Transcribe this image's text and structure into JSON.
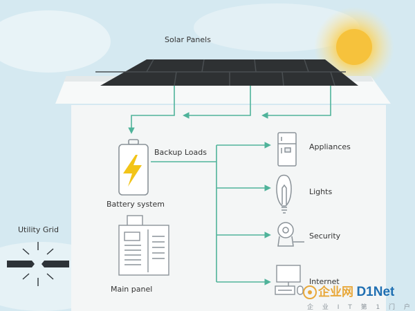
{
  "diagram": {
    "title": "Solar Panels",
    "backup_loads": "Backup Loads",
    "battery": "Battery system",
    "main_panel": "Main panel",
    "utility_grid": "Utility Grid",
    "loads": [
      {
        "label": "Appliances",
        "icon": "fridge-icon"
      },
      {
        "label": "Lights",
        "icon": "lightbulb-icon"
      },
      {
        "label": "Security",
        "icon": "security-camera-icon"
      },
      {
        "label": "Internet",
        "icon": "computer-icon"
      }
    ]
  },
  "watermark": {
    "brand_a": "企业网",
    "brand_b": "D1Net",
    "tagline": "企 业 I T 第 1 门 户"
  },
  "colors": {
    "sky": "#cfe6f0",
    "sun": "#f6c23c",
    "roof": "#2e3133",
    "house": "#f4f6f6",
    "line": "#4fb39a",
    "battery_bolt": "#f2c418",
    "icon_stroke": "#8a9298",
    "grid_wire": "#2d3338",
    "text": "#333333"
  }
}
